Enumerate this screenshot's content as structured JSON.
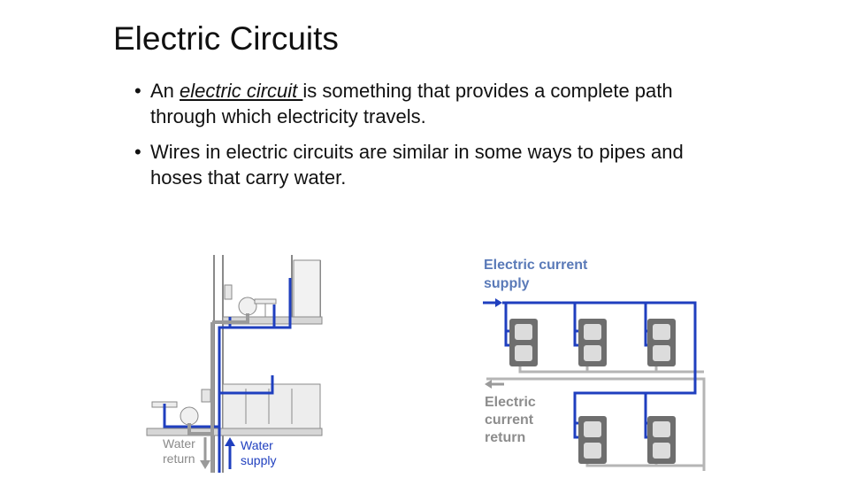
{
  "title": "Electric Circuits",
  "bullets": [
    {
      "before": "An ",
      "term": "electric circuit ",
      "after": "is something that provides a complete path through which electricity travels."
    },
    {
      "text": "Wires in electric circuits are similar in some ways to pipes and hoses that carry water."
    }
  ],
  "bullet_symbol": "•",
  "water_diagram": {
    "return_label_line1": "Water",
    "return_label_line2": "return",
    "supply_label_line1": "Water",
    "supply_label_line2": "supply",
    "colors": {
      "supply": "#1f3fbf",
      "return": "#9a9a9a",
      "structure": "#8a8a8a"
    }
  },
  "electric_diagram": {
    "supply_label_line1": "Electric current",
    "supply_label_line2": "supply",
    "return_label_line1": "Electric",
    "return_label_line2": "current",
    "return_label_line3": "return",
    "colors": {
      "supply": "#1f3fbf",
      "return": "#b5b5b5",
      "label": "#5a7ab8",
      "outlet": "#6e6e6e"
    }
  }
}
